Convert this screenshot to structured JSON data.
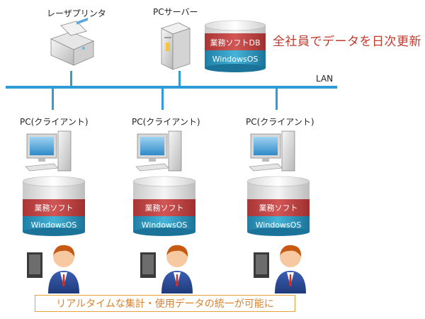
{
  "printer": {
    "label": "レーザプリンタ"
  },
  "server": {
    "label": "PCサーバー"
  },
  "server_db": {
    "app_label": "業務ソフトDB",
    "os_label": "WindowsOS"
  },
  "headline": "全社員でデータを日次更新",
  "network": {
    "label": "LAN"
  },
  "clients": [
    {
      "label": "PC(クライアント)",
      "app_label": "業務ソフト",
      "os_label": "WindowsOS"
    },
    {
      "label": "PC(クライアント)",
      "app_label": "業務ソフト",
      "os_label": "WindowsOS"
    },
    {
      "label": "PC(クライアント)",
      "app_label": "業務ソフト",
      "os_label": "WindowsOS"
    }
  ],
  "footer": "リアルタイムな集計・使用データの統一が可能に",
  "colors": {
    "lan_line": "#2f9cd7",
    "app_layer": "#c94a4a",
    "os_layer": "#2e9bc4",
    "headline": "#c0392b",
    "footer": "#d9822b"
  }
}
